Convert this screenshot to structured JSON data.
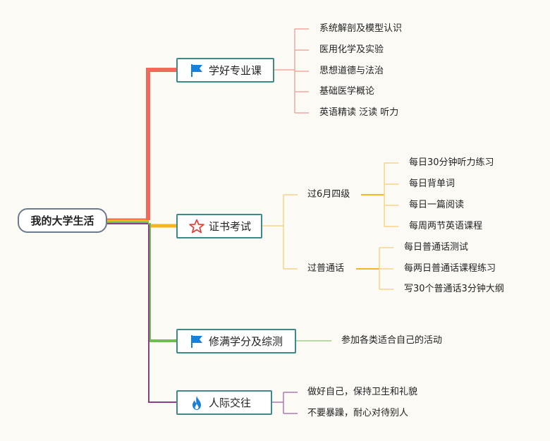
{
  "root": {
    "label": "我的大学生活"
  },
  "colors": {
    "branch1": "#f06a5a",
    "branch2": "#f5b622",
    "branch3": "#6cbf4f",
    "branch4": "#8a3f86",
    "flag": "#1c7fd6",
    "star": "#e0453a",
    "fire": "#1c7fd6"
  },
  "branches": [
    {
      "label": "学好专业课",
      "icon": "flag-icon",
      "items": [
        "系统解剖及模型认识",
        "医用化学及实验",
        "思想道德与法治",
        "基础医学概论",
        "英语精读 泛读 听力"
      ]
    },
    {
      "label": "证书考试",
      "icon": "star-icon",
      "subs": [
        {
          "label": "过6月四级",
          "items": [
            "每日30分钟听力练习",
            "每日背单词",
            "每日一篇阅读",
            "每周两节英语课程"
          ]
        },
        {
          "label": "过普通话",
          "items": [
            "每日普通话测试",
            "每两日普通话课程练习",
            "写30个普通话3分钟大纲"
          ]
        }
      ]
    },
    {
      "label": "修满学分及综测",
      "icon": "flag-icon",
      "items": [
        "参加各类适合自己的活动"
      ]
    },
    {
      "label": "人际交往",
      "icon": "fire-icon",
      "items": [
        "做好自己，保持卫生和礼貌",
        "不要暴躁，耐心对待别人"
      ]
    }
  ]
}
